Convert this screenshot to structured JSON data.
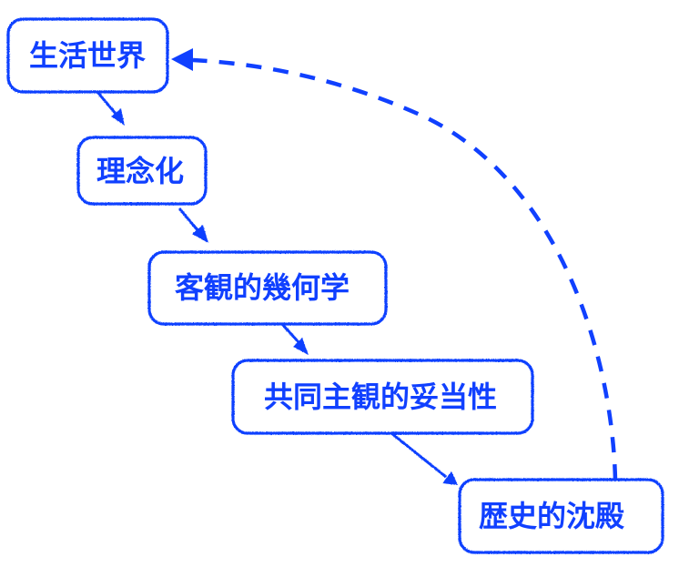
{
  "diagram": {
    "type": "flow",
    "color": "#1040ff",
    "nodes": [
      {
        "id": "n1",
        "label": "生活世界"
      },
      {
        "id": "n2",
        "label": "理念化"
      },
      {
        "id": "n3",
        "label": "客観的幾何学"
      },
      {
        "id": "n4",
        "label": "共同主観的妥当性"
      },
      {
        "id": "n5",
        "label": "歴史的沈殿"
      }
    ],
    "edges": [
      {
        "from": "n1",
        "to": "n2",
        "style": "solid"
      },
      {
        "from": "n2",
        "to": "n3",
        "style": "solid"
      },
      {
        "from": "n3",
        "to": "n4",
        "style": "solid"
      },
      {
        "from": "n4",
        "to": "n5",
        "style": "solid"
      },
      {
        "from": "n5",
        "to": "n1",
        "style": "dashed"
      }
    ]
  }
}
